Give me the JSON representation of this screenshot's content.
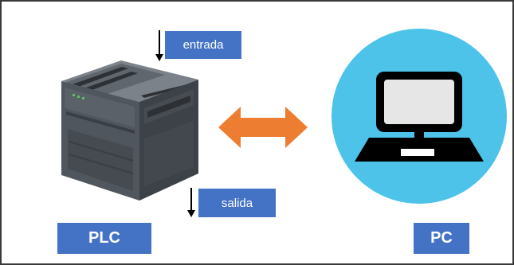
{
  "labels": {
    "entrada": "entrada",
    "salida": "salida",
    "plc": "PLC",
    "pc": "PC"
  },
  "colors": {
    "label_bg": "#4472c4",
    "arrow": "#ed7d31",
    "pc_circle": "#4dc3ea",
    "plc_body": "#4a4f56"
  },
  "icons": {
    "plc": "plc-device-icon",
    "pc": "laptop-icon",
    "link": "double-arrow-icon"
  }
}
